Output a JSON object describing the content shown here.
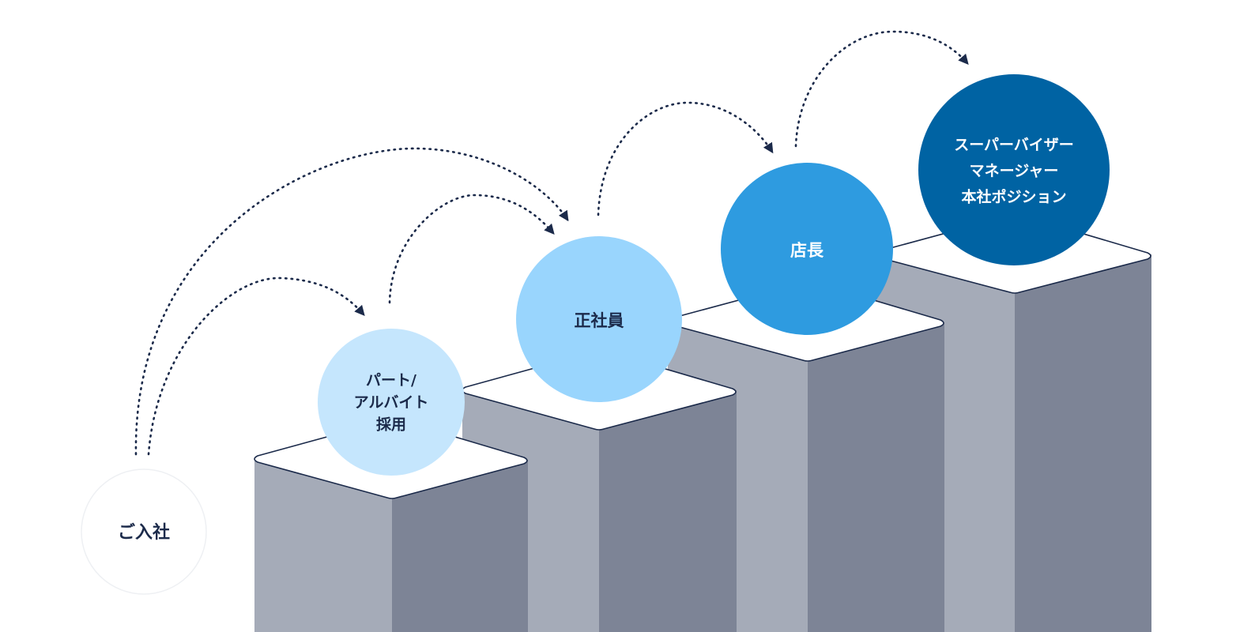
{
  "title": "キャリアステップ",
  "steps": [
    {
      "label": "ご入社",
      "lines": [
        "ご入社"
      ]
    },
    {
      "label": "パート/アルバイト採用",
      "lines": [
        "パート/",
        "アルバイト",
        "採用"
      ]
    },
    {
      "label": "正社員",
      "lines": [
        "正社員"
      ]
    },
    {
      "label": "店長",
      "lines": [
        "店長"
      ]
    },
    {
      "label": "スーパーバイザー マネージャー 本社ポジション",
      "lines": [
        "スーパーバイザー",
        "マネージャー",
        "本社ポジション"
      ]
    }
  ],
  "colors": {
    "step1": "#c5e6fd",
    "step2": "#99d5fd",
    "step3": "#2e9be0",
    "step4": "#0063a3",
    "pillar_light": "#a5abb8",
    "pillar_dark": "#7d8496",
    "ink": "#1b2a4a"
  }
}
